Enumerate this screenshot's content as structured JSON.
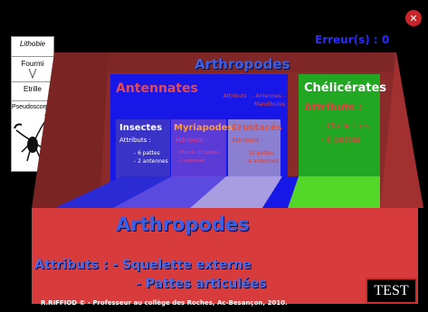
{
  "header": {
    "errors_label": "Erreur(s) : 0",
    "close_icon": "close-icon"
  },
  "sidebar": {
    "cards": [
      {
        "label": "Lithobie",
        "italic": true
      },
      {
        "label": "Fourmi",
        "italic": false
      },
      {
        "label": "Etrille",
        "italic": false
      },
      {
        "label": "Pseudoscorpion",
        "italic": false
      }
    ]
  },
  "board": {
    "top_title": "Arthropodes",
    "antennates": {
      "title": "Antennates",
      "attrs": "Attributs : - Antennes - Mandibules"
    },
    "chelicerates": {
      "title": "Chélicérates",
      "attrs_label": "Attributs :",
      "attr1": "- Chélicères",
      "attr2": "- 8 pattes"
    },
    "insectes": {
      "title": "Insectes",
      "attrs_label": "Attributs :",
      "attr1": "- 6 pattes",
      "attr2": "- 2 antennes"
    },
    "myriapodes": {
      "title": "Myriapodes",
      "attrs_label": "Attributs :",
      "attr1": "- Plus de 10 pattes",
      "attr2": "- 2 antennes"
    },
    "crustaces": {
      "title": "Crustacés",
      "attrs_label": "Attributs :",
      "attr1": "- 10 pattes",
      "attr2": "- 4 antennes"
    },
    "front_title": "Arthropodes",
    "front_attrs": "Attributs : - Squelette externe",
    "front_attrs2": "- Pattes articulées"
  },
  "footer": {
    "credit": "R.RIFFIOD © - Professeur au collège des Roches, Ac-Besançon, 2010.",
    "test_label": "TEST"
  },
  "colors": {
    "box_red": "#d83b3b",
    "box_back": "#8b2a2a",
    "antennates_blue": "#1717e8",
    "chelicerates_green": "#22a722",
    "insectes_blue": "#3a33c8",
    "myriapodes_purple": "#5a3bd6",
    "crustaces_lilac": "#8a7fd0"
  }
}
